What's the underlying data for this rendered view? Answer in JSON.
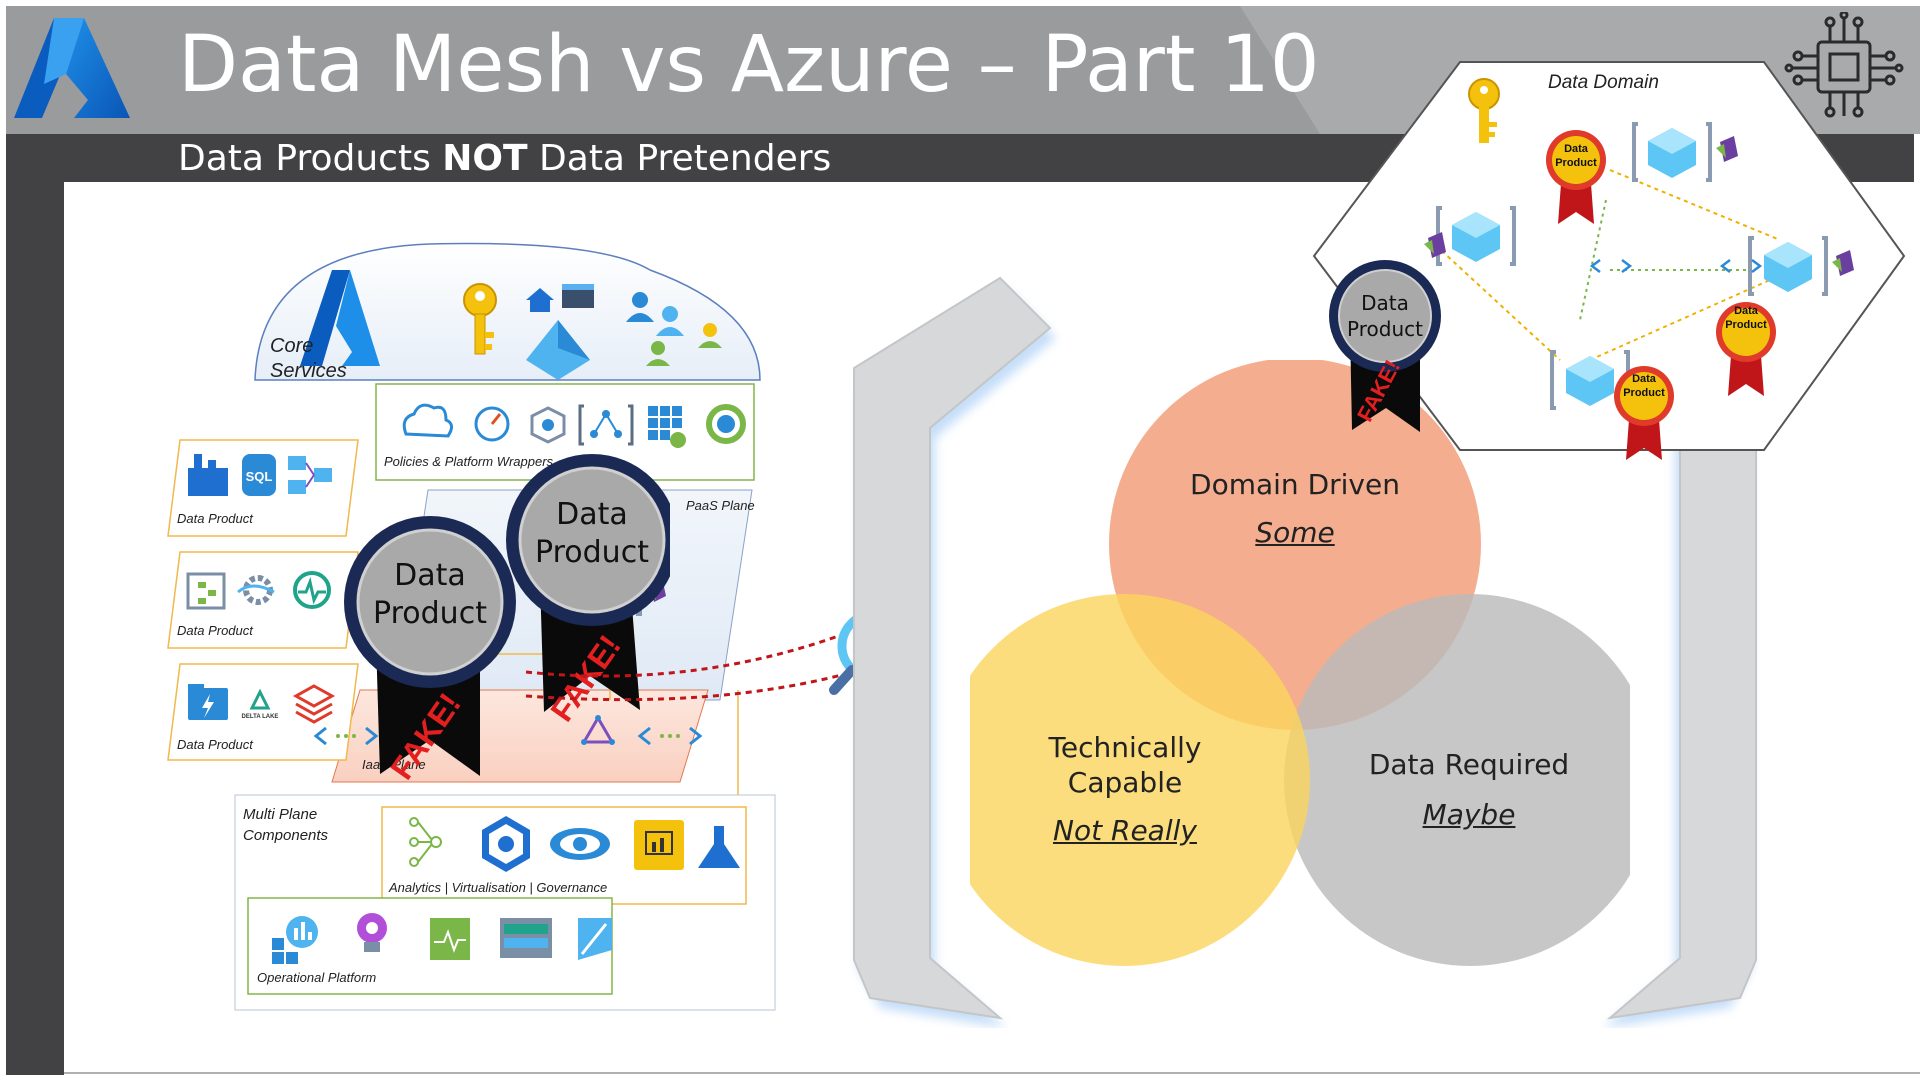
{
  "header": {
    "title": "Data Mesh vs Azure – Part 10",
    "subtitle_pre": "Data Products ",
    "subtitle_bold": "NOT",
    "subtitle_post": " Data Pretenders"
  },
  "colors": {
    "header_gray": "#9a9b9d",
    "dark_bar": "#424244",
    "azure_blue": "#0a6fd4",
    "venn_orange": "#f2a07b",
    "venn_yellow": "#fbd55c",
    "venn_gray": "#b9b9b9",
    "badge_navy": "#1b2a55",
    "fake_red": "#e41f1f"
  },
  "left_diagram": {
    "core_services": "Core\nServices",
    "policies_label": "Policies & Platform Wrappers",
    "paas_plane": "PaaS Plane",
    "iaas_plane": "IaaS Plane",
    "data_product_labels": [
      "Data Product",
      "Data Product",
      "Data Product"
    ],
    "sql_text": "SQL",
    "delta_lake": "DELTA LAKE",
    "multi_plane": "Multi Plane\nComponents",
    "analytics_label": "Analytics | Virtualisation | Governance",
    "operational_label": "Operational Platform"
  },
  "badges": {
    "big_badge_text": "Data\nProduct",
    "fake_text": "FAKE!",
    "small_badge_text": "Data\nProduct"
  },
  "domain": {
    "label": "Data Domain"
  },
  "venn": {
    "domain_driven": "Domain Driven",
    "domain_driven_value": "Some",
    "technically_capable": "Technically\nCapable",
    "technically_capable_value": "Not Really",
    "data_required": "Data Required",
    "data_required_value": "Maybe"
  }
}
